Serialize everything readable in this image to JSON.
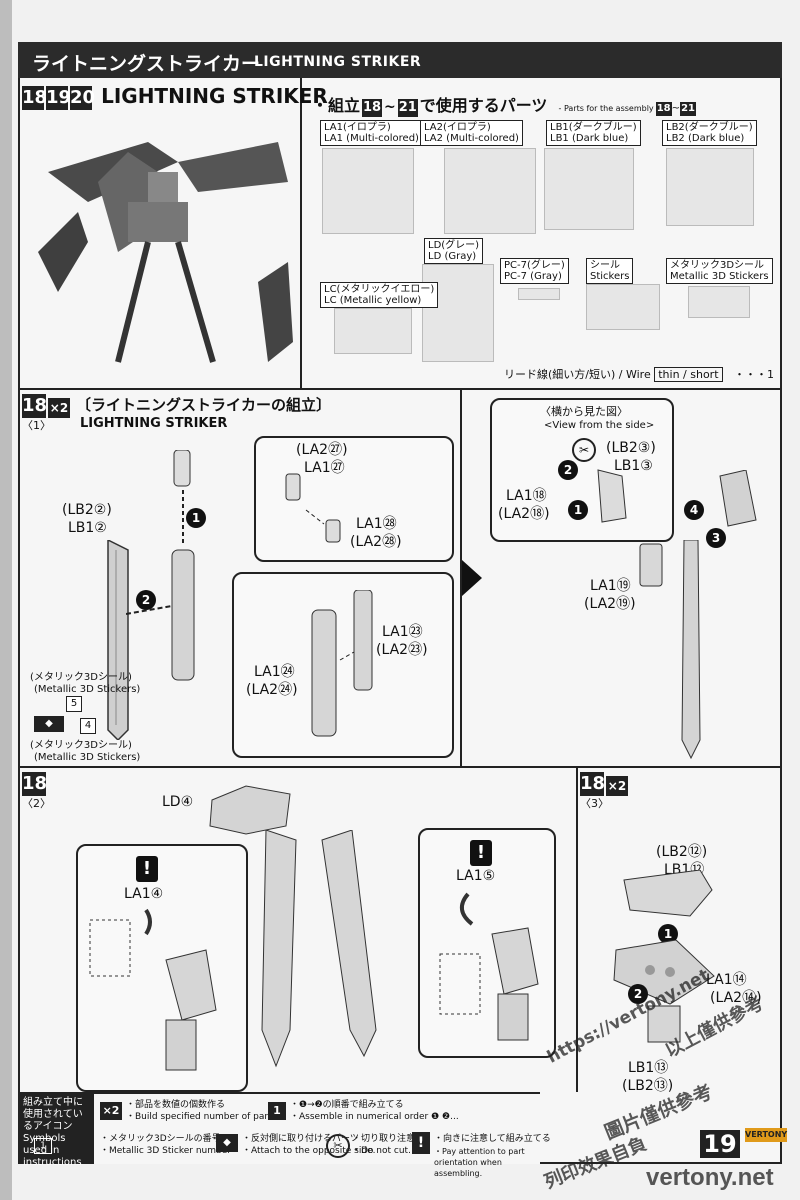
{
  "header": {
    "title_jp": "ライトニングストライカー",
    "title_en": "LIGHTNING STRIKER"
  },
  "overview": {
    "step_numbers": [
      "18",
      "19",
      "20"
    ],
    "title": "LIGHTNING STRIKER"
  },
  "parts_used": {
    "title": "・組立",
    "step_from": "18",
    "range_sep": "~",
    "step_to": "21",
    "title_suffix": "で使用するパーツ",
    "subtitle": "- Parts for the assembly",
    "runners": [
      {
        "jp": "LA1(イロプラ)",
        "en": "LA1 (Multi-colored)"
      },
      {
        "jp": "LA2(イロプラ)",
        "en": "LA2 (Multi-colored)"
      },
      {
        "jp": "LB1(ダークブルー)",
        "en": "LB1 (Dark blue)"
      },
      {
        "jp": "LB2(ダークブルー)",
        "en": "LB2 (Dark blue)"
      },
      {
        "jp": "LC(メタリックイエロー)",
        "en": "LC (Metallic yellow)"
      },
      {
        "jp": "LD(グレー)",
        "en": "LD (Gray)"
      },
      {
        "jp": "PC-7(グレー)",
        "en": "PC-7 (Gray)"
      },
      {
        "jp": "シール",
        "en": "Stickers"
      },
      {
        "jp": "メタリック3Dシール",
        "en": "Metallic 3D Stickers"
      }
    ],
    "wire_jp": "リード線(細い方/短い) / Wire",
    "wire_box": "thin / short",
    "wire_count": "・・・1"
  },
  "step18_1": {
    "step": "18",
    "sub": "〈1〉",
    "multiplier": "×2",
    "title_jp": "〔ライトニングストライカーの組立〕",
    "title_en": "LIGHTNING STRIKER",
    "labels": {
      "lb2_2": "(LB2②)",
      "lb1_2": "LB1②",
      "la2_27": "(LA2㉗)",
      "la1_27": "LA1㉗",
      "la1_28": "LA1㉘",
      "la2_28": "(LA2㉘)",
      "la1_23": "LA1㉓",
      "la2_23": "(LA2㉓)",
      "la1_24": "LA1㉔",
      "la2_24": "(LA2㉔)"
    },
    "sticker1_jp": "(メタリック3Dシール)",
    "sticker1_en": "(Metallic 3D Stickers)",
    "sticker1_num": "5",
    "sticker2_num": "4",
    "sticker2_jp": "(メタリック3Dシール)",
    "sticker2_en": "(Metallic 3D Stickers)",
    "steps": [
      "1",
      "2"
    ]
  },
  "step18_1b": {
    "side_jp": "〈横から見た図〉",
    "side_en": "<View from the side>",
    "labels": {
      "lb2_3": "(LB2③)",
      "lb1_3": "LB1③",
      "la1_18": "LA1⑱",
      "la2_18": "(LA2⑱)",
      "la1_19": "LA1⑲",
      "la2_19": "(LA2⑲)"
    },
    "steps": [
      "1",
      "2",
      "3",
      "4"
    ]
  },
  "step18_2": {
    "step": "18",
    "sub": "〈2〉",
    "ld4": "LD④",
    "la1_4": "LA1④",
    "la1_5": "LA1⑤",
    "warn": "!"
  },
  "step18_3": {
    "step": "18",
    "sub": "〈3〉",
    "multiplier": "×2",
    "lb2_12": "(LB2⑫)",
    "lb1_12": "LB1⑫",
    "la1_14": "LA1⑭",
    "la2_14": "(LA2⑭)",
    "lb_13": "LB1⑬",
    "lb2_13": "(LB2⑬)",
    "steps": [
      "1",
      "2"
    ]
  },
  "legend": {
    "title": "組み立て中に使用されているアイコン Symbols used in instructions",
    "items": [
      {
        "icon": "×2",
        "jp": "・部品を数値の個数作る",
        "en": "・Build specified number of parts."
      },
      {
        "icon": "1",
        "jp": "・❶→❷の順番で組み立てる",
        "en": "・Assemble in numerical order ❶ ❷..."
      },
      {
        "icon": "1",
        "jp": "・メタリック3Dシールの番号",
        "en": "・Metallic 3D Sticker number"
      },
      {
        "icon": "◆",
        "jp": "・反対側に取り付けるパーツ",
        "en": "・Attach to the opposite side."
      },
      {
        "icon": "✂",
        "jp": "・切り取り注意",
        "en": "・Do not cut."
      },
      {
        "icon": "!",
        "jp": "・向きに注意して組み立てる",
        "en": "・Pay attention to part orientation when assembling."
      }
    ]
  },
  "page_number": "19",
  "brand_tag": "VERTONY",
  "watermarks": {
    "url": "https://vertony.net",
    "cn1": "以上僅供參考",
    "cn2": "圖片僅供參考",
    "cn3": "列印效果自負",
    "site": "vertony.net"
  },
  "colors": {
    "dark": "#222222",
    "paper": "#f4f4f4",
    "accent": "#e09a1a"
  }
}
